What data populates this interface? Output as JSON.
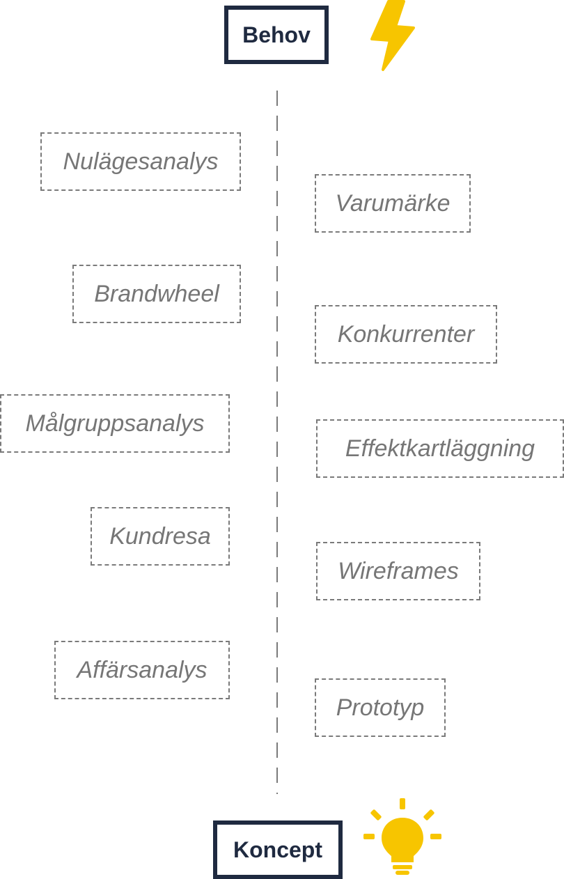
{
  "diagram": {
    "start_label": "Behov",
    "end_label": "Koncept",
    "left_steps": [
      "Nulägesanalys",
      "Brandwheel",
      "Målgruppsanalys",
      "Kundresa",
      "Affärsanalys"
    ],
    "right_steps": [
      "Varumärke",
      "Konkurrenter",
      "Effektkartläggning",
      "Wireframes",
      "Prototyp"
    ],
    "icons": {
      "start": "lightning-bolt-icon",
      "end": "lightbulb-icon"
    },
    "colors": {
      "box_border": "#1f2a40",
      "accent": "#f7c500",
      "dashed": "#7a7a7a",
      "step_text": "#767676"
    }
  }
}
